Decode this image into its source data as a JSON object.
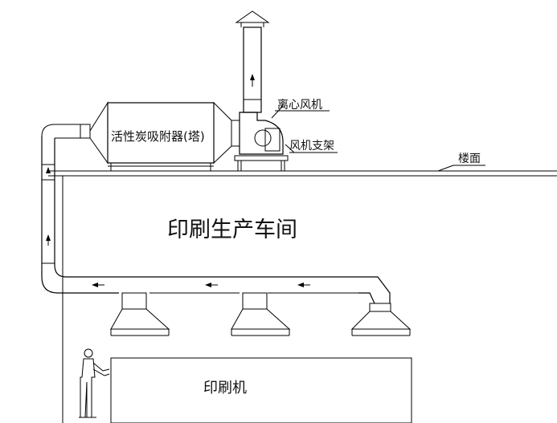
{
  "labels": {
    "adsorber": "活性炭吸附器(塔)",
    "fan": "离心风机",
    "fan_support": "风机支架",
    "floor": "楼面",
    "workshop": "印刷生产车间",
    "press": "印刷机"
  },
  "flow_arrow_count": {
    "duct": 3
  },
  "hood_count": 3
}
